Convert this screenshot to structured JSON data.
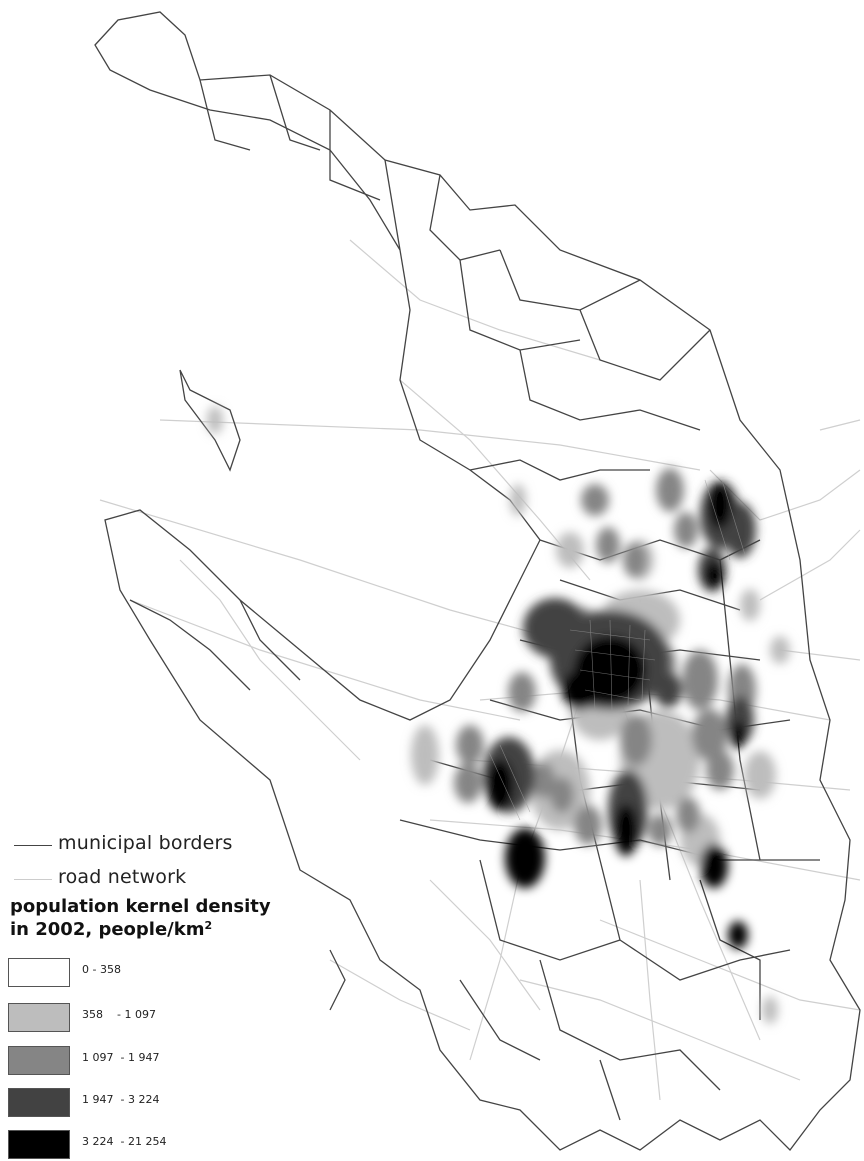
{
  "legend": {
    "lines": [
      {
        "label": "municipal borders",
        "color": "#444444"
      },
      {
        "label": "road network",
        "color": "#cccccc"
      }
    ],
    "title_line1": "population kernel density",
    "title_line2_prefix": "in 2002, people/km",
    "title_sup": "2",
    "classes": [
      {
        "label": "0 - 358",
        "color": "#ffffff"
      },
      {
        "label": "358    - 1 097",
        "color": "#bdbdbd"
      },
      {
        "label": "1 097  - 1 947",
        "color": "#858585"
      },
      {
        "label": "1 947  - 3 224",
        "color": "#424242"
      },
      {
        "label": "3 224  - 21 254",
        "color": "#000000"
      }
    ]
  }
}
